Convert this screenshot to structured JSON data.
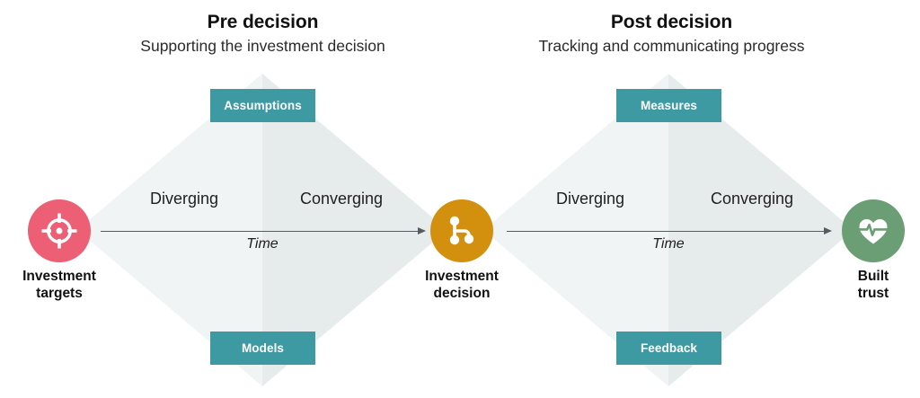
{
  "sections": [
    {
      "id": "pre",
      "title": "Pre decision",
      "subtitle": "Supporting the investment decision",
      "top_chip": "Assumptions",
      "bottom_chip": "Models",
      "diverging_label": "Diverging",
      "converging_label": "Converging",
      "time_label": "Time"
    },
    {
      "id": "post",
      "title": "Post decision",
      "subtitle": "Tracking and communicating progress",
      "top_chip": "Measures",
      "bottom_chip": "Feedback",
      "diverging_label": "Diverging",
      "converging_label": "Converging",
      "time_label": "Time"
    }
  ],
  "nodes": [
    {
      "id": "targets",
      "caption_line1": "Investment",
      "caption_line2": "targets",
      "icon": "crosshair-target-icon",
      "color": "#ec5f74"
    },
    {
      "id": "decision",
      "caption_line1": "Investment",
      "caption_line2": "decision",
      "icon": "decision-tree-nodes-icon",
      "color": "#d3900f"
    },
    {
      "id": "trust",
      "caption_line1": "Built",
      "caption_line2": "trust",
      "icon": "heart-pulse-icon",
      "color": "#6b9e74"
    }
  ],
  "colors": {
    "chip_teal": "#3e9aa2",
    "diamond_left_half": "#f0f4f4",
    "diamond_right_half": "#e6ecec",
    "axis_line": "#555b5e",
    "text": "#111111",
    "background": "#ffffff"
  }
}
